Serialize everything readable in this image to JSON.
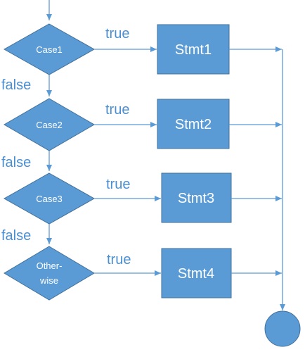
{
  "edge_labels": {
    "true": "true",
    "false": "false"
  },
  "cases": [
    {
      "decision_lines": [
        "Case1"
      ],
      "statement": "Stmt1"
    },
    {
      "decision_lines": [
        "Case2"
      ],
      "statement": "Stmt2"
    },
    {
      "decision_lines": [
        "Case3"
      ],
      "statement": "Stmt3"
    },
    {
      "decision_lines": [
        "Other-",
        "wise"
      ],
      "statement": "Stmt4"
    }
  ],
  "colors": {
    "shape_fill": "#5b9bd5",
    "shape_border": "#41719c",
    "connector": "#5b9bd5",
    "label_text": "#4a8fd2"
  }
}
